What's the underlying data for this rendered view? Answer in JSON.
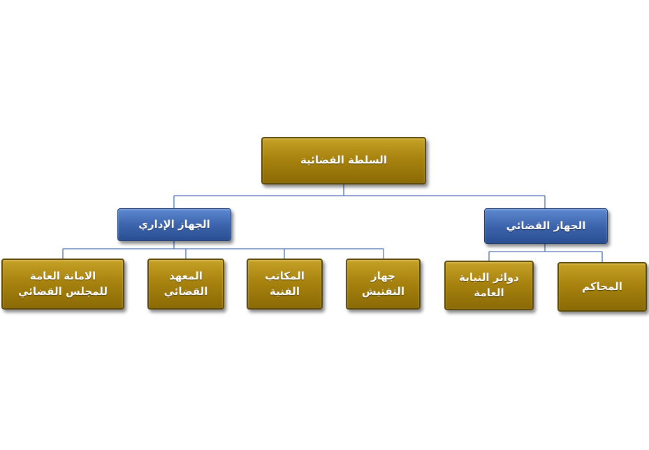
{
  "chart": {
    "root": {
      "label": "السلطة القضائية"
    },
    "branches": [
      {
        "label": "الجهاز القضائي",
        "children": [
          {
            "label": "دوائر النيابة\nالعامة"
          },
          {
            "label": "المحاكم"
          }
        ]
      },
      {
        "label": "الجهاز الإداري",
        "children": [
          {
            "label": "جهاز\nالتفتيش"
          },
          {
            "label": "المكاتب\nالفنية"
          },
          {
            "label": "المعهد\nالقضائي"
          },
          {
            "label": "الامانة العامة\nللمجلس القضائي"
          }
        ]
      }
    ]
  },
  "colors": {
    "gold_node": "#a8830f",
    "blue_node": "#3d65ad",
    "connector": "#4a6fb5"
  }
}
